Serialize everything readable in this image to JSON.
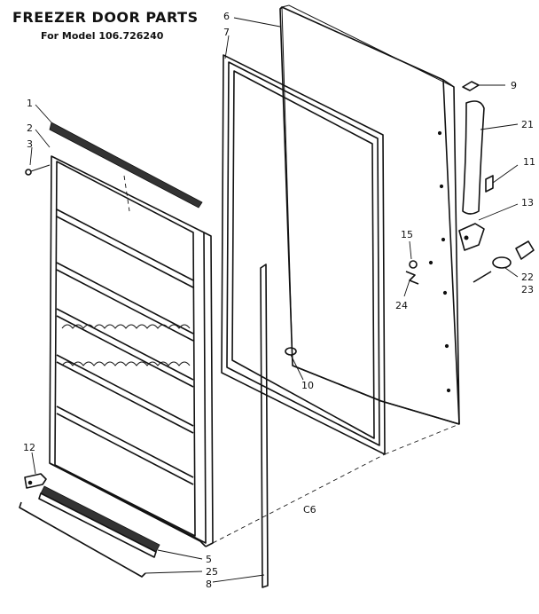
{
  "header": {
    "title": "FREEZER DOOR PARTS",
    "subtitle": "For Model 106.726240"
  },
  "callouts": {
    "p1": "1",
    "p2": "2",
    "p3": "3",
    "p5": "5",
    "p6": "6",
    "p7": "7",
    "p8": "8",
    "p9": "9",
    "p10": "10",
    "p11": "11",
    "p12": "12",
    "p13": "13",
    "p15": "15",
    "p21": "21",
    "p22": "22",
    "p23": "23",
    "p24": "24",
    "p25": "25"
  },
  "drawing_code": "C6"
}
